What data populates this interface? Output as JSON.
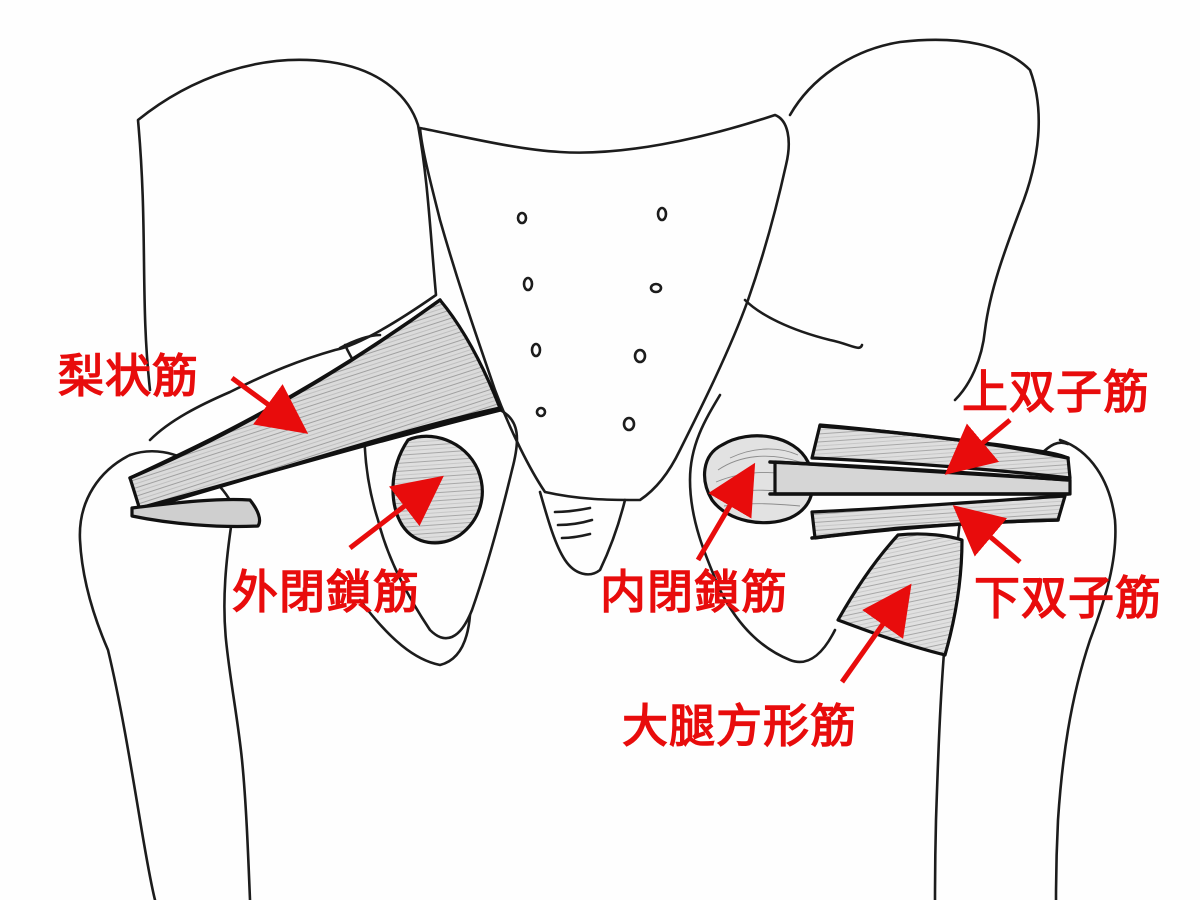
{
  "labels": {
    "piriformis": "梨状筋",
    "obturator_externus": "外閉鎖筋",
    "obturator_internus": "内閉鎖筋",
    "gemellus_superior": "上双子筋",
    "gemellus_inferior": "下双子筋",
    "quadratus_femoris": "大腿方形筋"
  },
  "colors": {
    "label": "#e80c0c",
    "arrow": "#e80c0c",
    "outline": "#1c1c1c",
    "muscle_fill": "#dcdcdc",
    "paper": "#fefefe"
  }
}
